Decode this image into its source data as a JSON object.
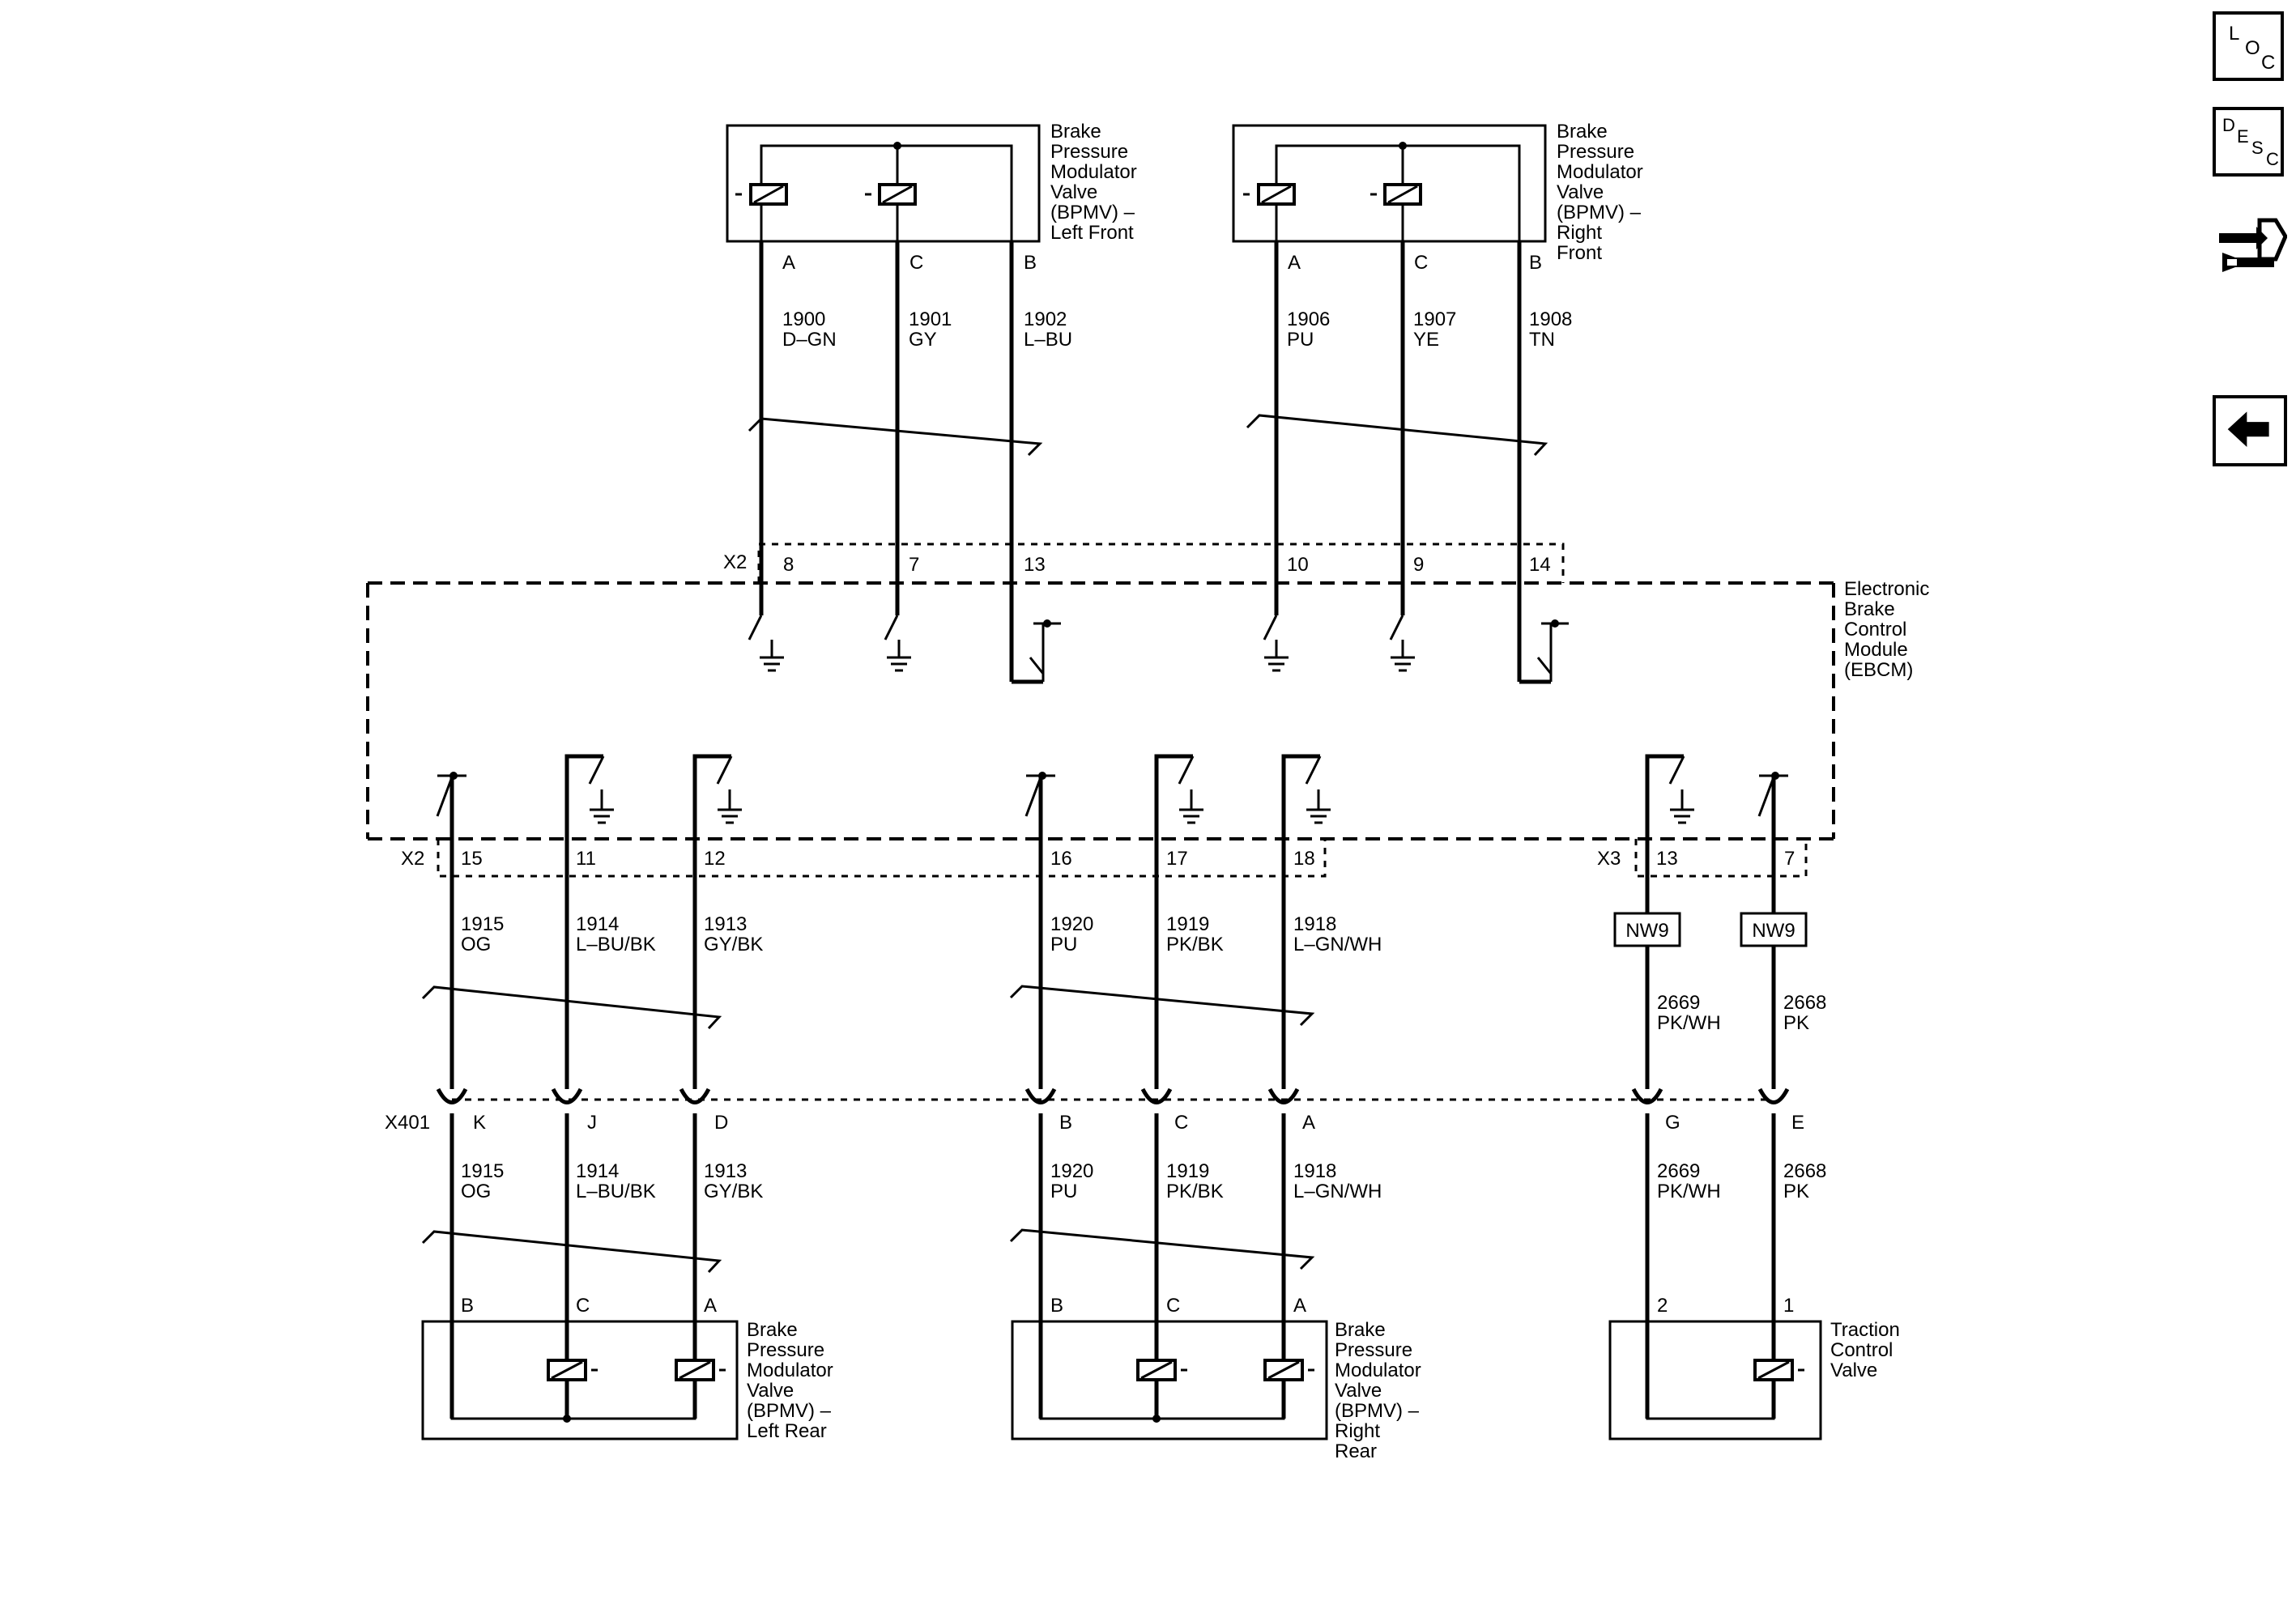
{
  "nav": {
    "loc": [
      "L",
      "O",
      "C"
    ],
    "desc": [
      "D",
      "E",
      "S",
      "C"
    ]
  },
  "ebcm": {
    "label": [
      "Electronic",
      "Brake",
      "Control",
      "Module",
      "(EBCM)"
    ],
    "x2_top": "X2",
    "x2_bottom": "X2",
    "x3": "X3",
    "pins_top": [
      "8",
      "7",
      "13",
      "10",
      "9",
      "14"
    ],
    "pins_bottom": [
      "15",
      "11",
      "12",
      "16",
      "17",
      "18",
      "13",
      "7"
    ]
  },
  "bpmv_lf": {
    "label": [
      "Brake",
      "Pressure",
      "Modulator",
      "Valve",
      "(BPMV) –",
      "Left Front"
    ],
    "pins": [
      "A",
      "C",
      "B"
    ],
    "circuits": [
      "1900",
      "1901",
      "1902"
    ],
    "colors": [
      "D–GN",
      "GY",
      "L–BU"
    ]
  },
  "bpmv_rf": {
    "label": [
      "Brake",
      "Pressure",
      "Modulator",
      "Valve",
      "(BPMV) –",
      "Right",
      "Front"
    ],
    "pins": [
      "A",
      "C",
      "B"
    ],
    "circuits": [
      "1906",
      "1907",
      "1908"
    ],
    "colors": [
      "PU",
      "YE",
      "TN"
    ]
  },
  "rear_left_wires": {
    "circuits": [
      "1915",
      "1914",
      "1913"
    ],
    "colors": [
      "OG",
      "L–BU/BK",
      "GY/BK"
    ]
  },
  "rear_right_wires": {
    "circuits": [
      "1920",
      "1919",
      "1918"
    ],
    "colors": [
      "PU",
      "PK/BK",
      "L–GN/WH"
    ]
  },
  "tcv_wires": {
    "splice": [
      "NW9",
      "NW9"
    ],
    "circuits": [
      "2669",
      "2668"
    ],
    "colors": [
      "PK/WH",
      "PK"
    ]
  },
  "x401": {
    "label": "X401",
    "pins": [
      "K",
      "J",
      "D",
      "B",
      "C",
      "A",
      "G",
      "E"
    ]
  },
  "bpmv_lr": {
    "label": [
      "Brake",
      "Pressure",
      "Modulator",
      "Valve",
      "(BPMV) –",
      "Left Rear"
    ],
    "pins": [
      "B",
      "C",
      "A"
    ]
  },
  "bpmv_rr": {
    "label": [
      "Brake",
      "Pressure",
      "Modulator",
      "Valve",
      "(BPMV) –",
      "Right",
      "Rear"
    ],
    "pins": [
      "B",
      "C",
      "A"
    ]
  },
  "tcv": {
    "label": [
      "Traction",
      "Control",
      "Valve"
    ],
    "pins": [
      "2",
      "1"
    ]
  }
}
